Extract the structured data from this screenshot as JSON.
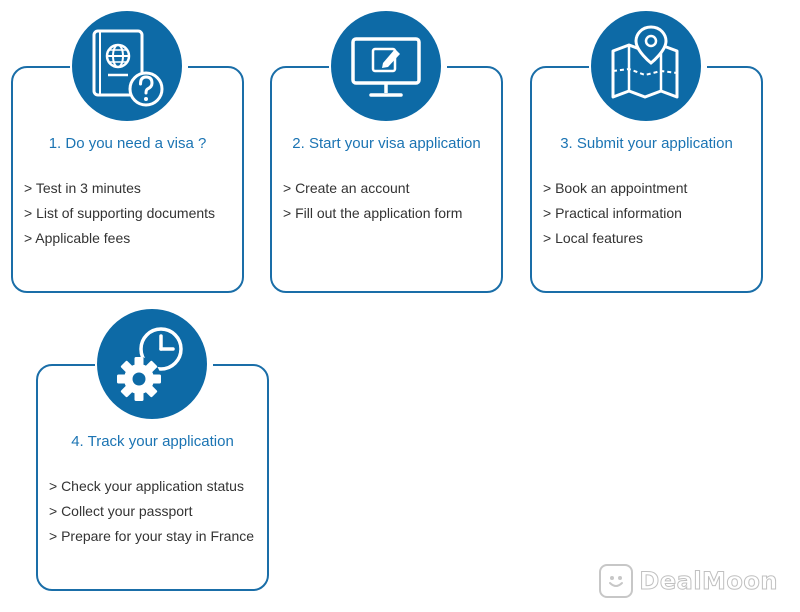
{
  "steps": [
    {
      "title": "1. Do you need a visa ?",
      "icon": "passport-question-icon",
      "links": [
        "> Test in 3 minutes",
        "> List of supporting documents",
        "> Applicable fees"
      ]
    },
    {
      "title": "2. Start your visa application",
      "icon": "monitor-edit-icon",
      "links": [
        "> Create an account",
        "> Fill out the application form"
      ]
    },
    {
      "title": "3. Submit your application",
      "icon": "map-pin-icon",
      "links": [
        "> Book an appointment",
        "> Practical information",
        "> Local features"
      ]
    },
    {
      "title": "4. Track your application",
      "icon": "gear-clock-icon",
      "links": [
        "> Check your application status",
        "> Collect your passport",
        "> Prepare for your stay in France"
      ]
    }
  ],
  "watermark": {
    "text": "DealMoon",
    "icon": "dealmoon-logo-icon"
  },
  "colors": {
    "accent": "#0d6aa6",
    "border": "#1a6ea8",
    "title": "#1b74b3",
    "text": "#333333"
  }
}
